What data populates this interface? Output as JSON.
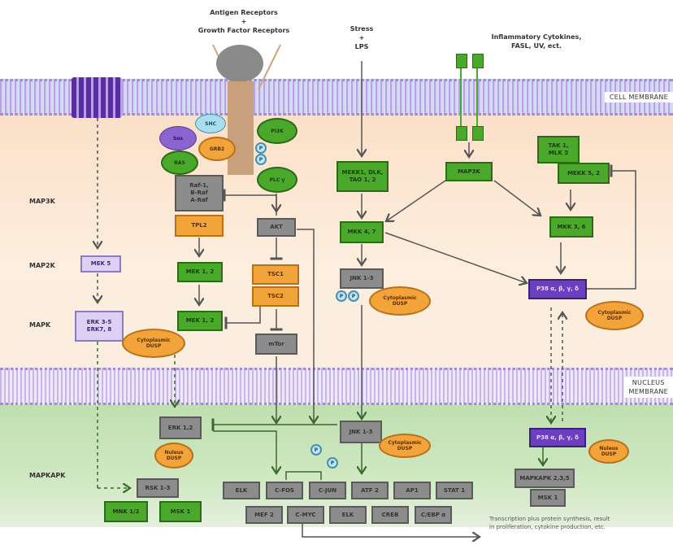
{
  "top_labels": {
    "antigen": "Antigen Receptors",
    "plus1": "+",
    "growth": "Growth Factor Receptors",
    "stress": "Stress",
    "plus2": "+",
    "lps": "LPS",
    "inflammatory": "Inflammatory Cytokines,",
    "fasl": "FASL, UV, ect."
  },
  "membranes": {
    "cell": "CELL MEMBRANE",
    "nucleus_line1": "NUCLEUS",
    "nucleus_line2": "MEMBRANE"
  },
  "row_labels": {
    "map3k": "MAP3K",
    "map2k": "MAP2K",
    "mapk": "MAPK",
    "mapkapk": "MAPKAPK"
  },
  "adaptors": {
    "sos": "Sos",
    "shc": "SHC",
    "grb2": "GRB2",
    "ras": "RAS",
    "pi3k": "PI3K",
    "plcg": "PLC γ",
    "p": "P"
  },
  "nodes": {
    "raf": "Raf-1, B-Raf, A-Raf",
    "raf_l1": "Raf-1,",
    "raf_l2": "B-Raf",
    "raf_l3": "A-Raf",
    "tpl2": "TPL2",
    "akt": "AKT",
    "tsc1": "TSC1",
    "tsc2": "TSC2",
    "mtor": "mTor",
    "mek12_a": "MEK 1, 2",
    "mek12_b": "MEK 1, 2",
    "mek5": "MEK 5",
    "erk35_l1": "ERK 3-5",
    "erk35_l2": "ERK7, 8",
    "mekk_l1": "MEKK1, DLK,",
    "mekk_l2": "TAO 1, 2",
    "map3k": "MAP3K",
    "tak_l1": "TAK 1,",
    "tak_l2": "MLK 3",
    "mekk52": "MEKK 5, 2",
    "mkk47": "MKK 4, 7",
    "mkk36": "MKK 3, 6",
    "jnk13_cyto": "JNK 1-3",
    "p38_cyto": "P38 α, β, γ, δ",
    "erk12": "ERK 1,2",
    "jnk13_nuc": "JNK 1-3",
    "p38_nuc": "P38 α, β, γ, δ",
    "mapkapk": "MAPKAPK 2,3,5",
    "msk1_gray": "MSK 1",
    "rsk": "RSK 1-3",
    "mnk": "MNK 1/2",
    "msk1_green": "MSK 1"
  },
  "dusp": {
    "cyto_l1": "Cytoplasmic",
    "cyto_l2": "DUSP",
    "nuc_l1": "Nuleus",
    "nuc_l2": "DUSP"
  },
  "transcription_factors": {
    "row1": [
      "ELK",
      "C-FOS",
      "C-JUN",
      "ATF 2",
      "AP1",
      "STAT 1"
    ],
    "row2": [
      "MEF 2",
      "C-MYC",
      "ELK",
      "CREB",
      "C/EBP α"
    ]
  },
  "footer_note": {
    "line1": "Transcription plus protein synthesis, result",
    "line2": "in proliferation, cytokine production, etc."
  },
  "colors": {
    "map3k_green": "#4aa82a",
    "inactive_gray": "#8c8c8c",
    "orange": "#f2a33a",
    "p38_purple": "#6b3fc0",
    "erk5_lilac": "#ddd0f5",
    "cytoplasm": "#fbe0c8",
    "nucleus": "#cfe8c2"
  }
}
